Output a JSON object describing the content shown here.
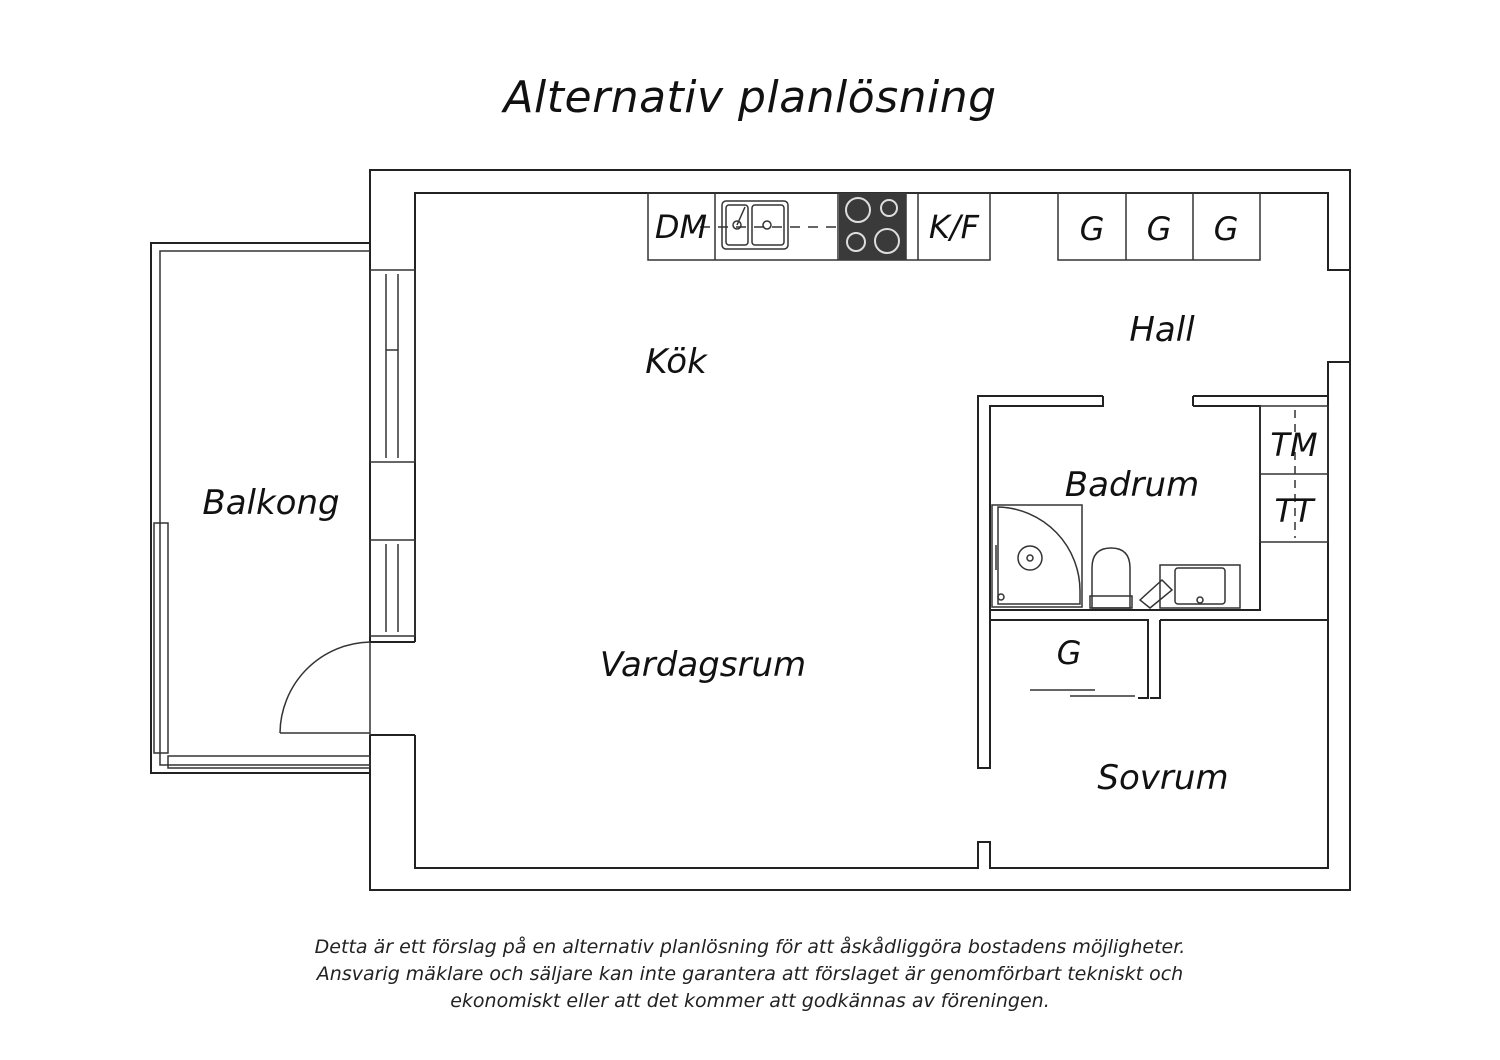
{
  "title": "Alternativ planlösning",
  "rooms": {
    "kok": "Kök",
    "hall": "Hall",
    "balkong": "Balkong",
    "badrum": "Badrum",
    "vardagsrum": "Vardagsrum",
    "sovrum": "Sovrum"
  },
  "fixtures": {
    "dishwasher": "DM",
    "fridge_freezer": "K/F",
    "wardrobe_1": "G",
    "wardrobe_2": "G",
    "wardrobe_3": "G",
    "wardrobe_4": "G",
    "dryer": "TM",
    "drying_cabinet": "TT"
  },
  "disclaimer": [
    "Detta är ett förslag på en alternativ planlösning för att åskådliggöra bostadens möjligheter.",
    "Ansvarig mäklare och säljare kan inte garantera att förslaget är genomförbart tekniskt och",
    "ekonomiskt eller att det kommer att godkännas av föreningen."
  ]
}
